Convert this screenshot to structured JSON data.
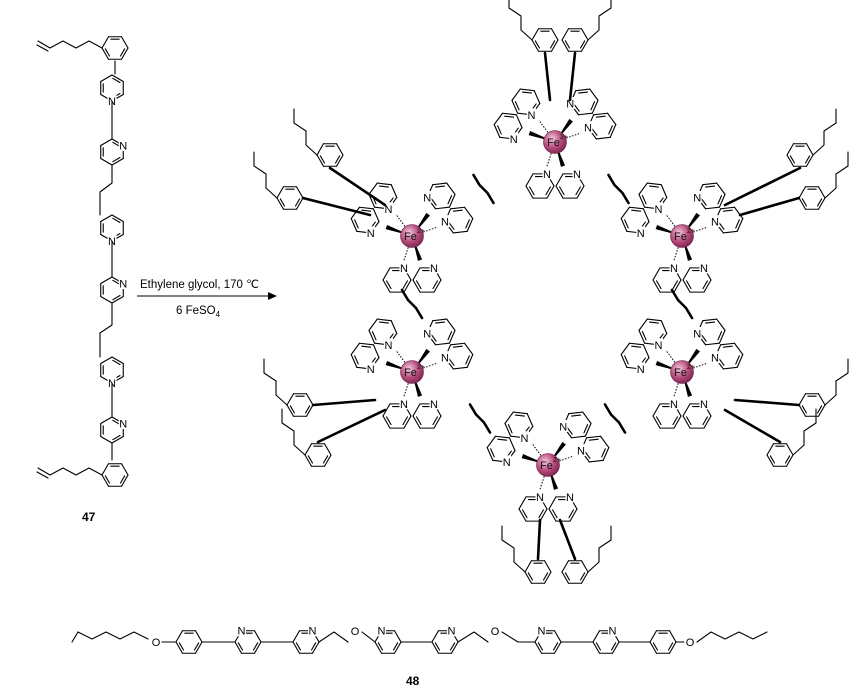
{
  "reaction": {
    "conditions_line1": "Ethylene glycol, 170 ℃",
    "conditions_line2_prefix": "6 FeSO",
    "conditions_line2_subscript": "4"
  },
  "compounds": {
    "ligand_label": "47",
    "cage_label": "48"
  },
  "atom_labels": {
    "nitrogen": "N",
    "oxygen": "O",
    "iron": "Fe",
    "iron_charge": "2+"
  },
  "colors": {
    "iron_center": "#a83a6b",
    "iron_highlight": "#f3c9dc",
    "bonds": "#000000"
  }
}
